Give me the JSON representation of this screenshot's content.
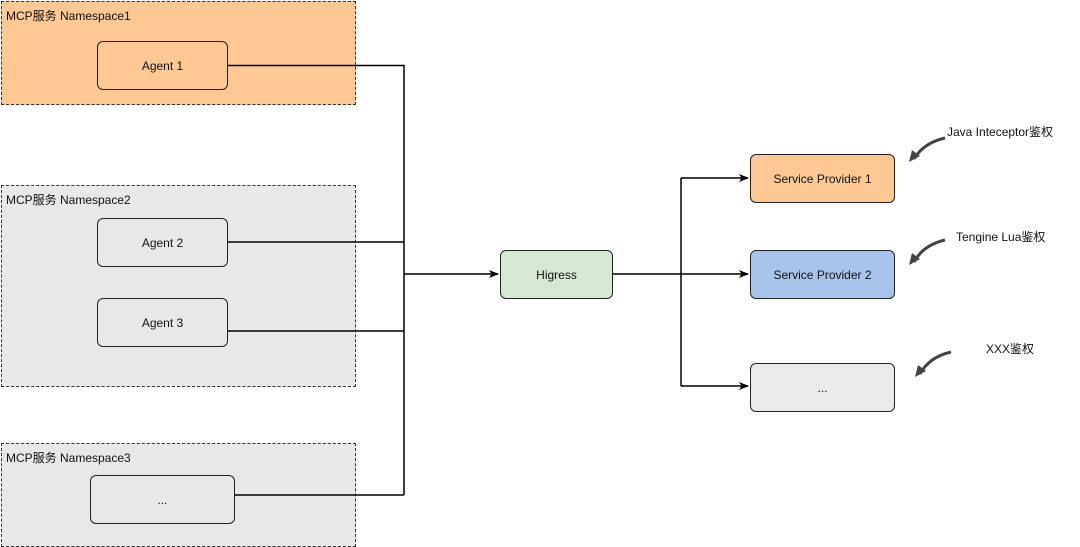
{
  "namespaces": [
    {
      "label": "MCP服务 Namespace1",
      "color": "#fdc894"
    },
    {
      "label": "MCP服务 Namespace2",
      "color": "#e8e8e8"
    },
    {
      "label": "MCP服务 Namespace3",
      "color": "#e8e8e8"
    }
  ],
  "agents": [
    "Agent 1",
    "Agent 2",
    "Agent 3",
    "..."
  ],
  "gateway": {
    "label": "Higress",
    "color": "#d5e8d4"
  },
  "providers": [
    {
      "label": "Service Provider 1",
      "color": "#fdc894"
    },
    {
      "label": "Service Provider 2",
      "color": "#a9c4eb"
    },
    {
      "label": "...",
      "color": "#eaeaea"
    }
  ],
  "auth_notes": [
    "Java Inteceptor鉴权",
    "Tengine Lua鉴权",
    "XXX鉴权"
  ]
}
